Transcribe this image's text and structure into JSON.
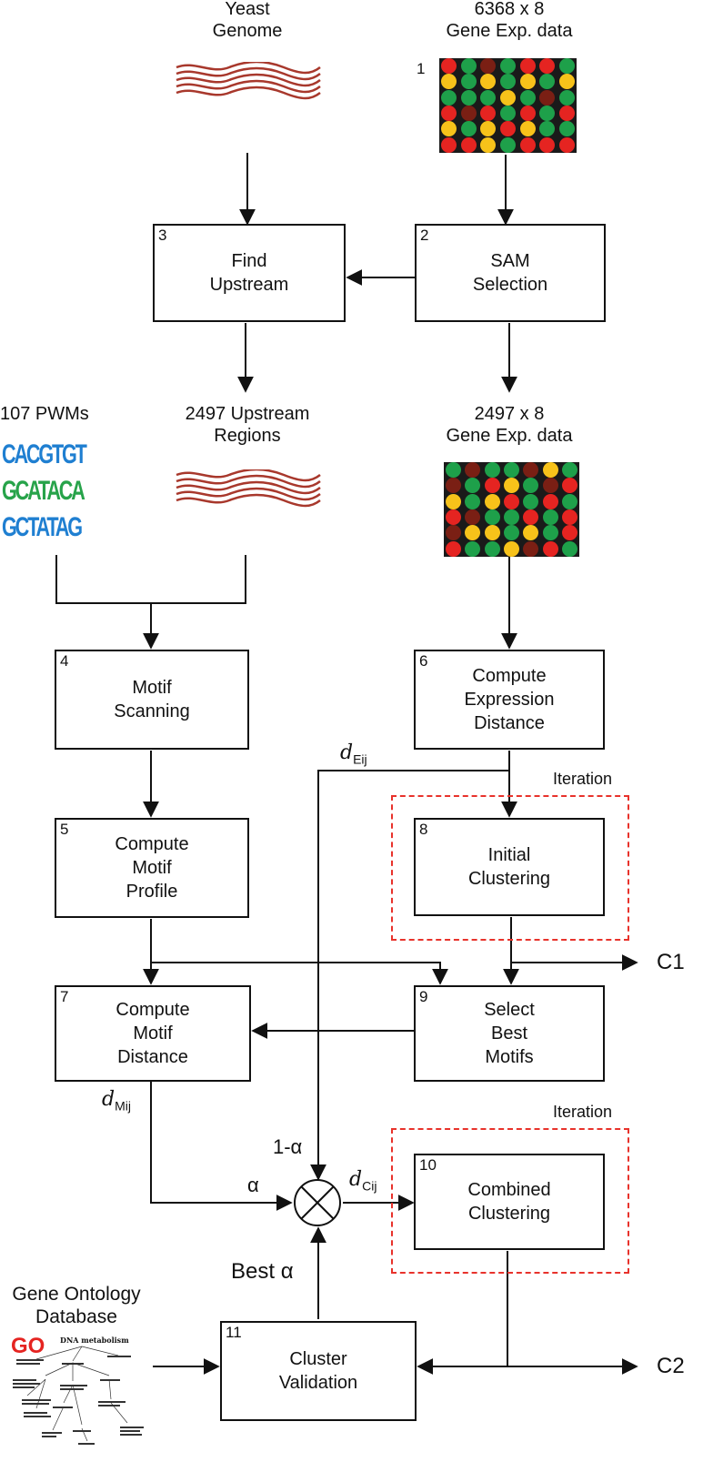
{
  "inputs": {
    "yeast_genome": [
      "Yeast",
      "Genome"
    ],
    "gene_exp_full": [
      "6368 x 8",
      "Gene Exp. data"
    ],
    "pwms": "107 PWMs",
    "upstream_regions": [
      "2497 Upstream",
      "Regions"
    ],
    "gene_exp_sel": [
      "2497 x 8",
      "Gene Exp. data"
    ],
    "go_db": [
      "Gene Ontology",
      "Database"
    ]
  },
  "matrix_label": "1",
  "matrix1_colors": [
    [
      "r",
      "g",
      "b",
      "g",
      "r",
      "r",
      "g"
    ],
    [
      "y",
      "g",
      "y",
      "g",
      "y",
      "g",
      "y"
    ],
    [
      "g",
      "g",
      "g",
      "y",
      "g",
      "b",
      "g"
    ],
    [
      "r",
      "b",
      "r",
      "g",
      "r",
      "g",
      "r"
    ],
    [
      "y",
      "g",
      "y",
      "r",
      "y",
      "g",
      "g"
    ],
    [
      "r",
      "r",
      "y",
      "g",
      "r",
      "r",
      "r"
    ]
  ],
  "matrix2_colors": [
    [
      "g",
      "b",
      "g",
      "g",
      "b",
      "y",
      "g"
    ],
    [
      "b",
      "g",
      "r",
      "y",
      "g",
      "b",
      "r"
    ],
    [
      "y",
      "g",
      "y",
      "r",
      "g",
      "r",
      "g"
    ],
    [
      "r",
      "b",
      "g",
      "g",
      "r",
      "g",
      "r"
    ],
    [
      "b",
      "y",
      "y",
      "g",
      "y",
      "g",
      "r"
    ],
    [
      "r",
      "g",
      "g",
      "y",
      "b",
      "r",
      "g"
    ]
  ],
  "dot_colors": {
    "r": "#e52421",
    "g": "#1ea04a",
    "y": "#f7c21a",
    "b": "#7a1f14"
  },
  "logo_rows": [
    "CACGTGT",
    "GCATACA",
    "GCTATAG"
  ],
  "boxes": {
    "b2": {
      "num": "2",
      "lines": [
        "SAM",
        "Selection"
      ]
    },
    "b3": {
      "num": "3",
      "lines": [
        "Find",
        "Upstream"
      ]
    },
    "b4": {
      "num": "4",
      "lines": [
        "Motif",
        "Scanning"
      ]
    },
    "b5": {
      "num": "5",
      "lines": [
        "Compute",
        "Motif",
        "Profile"
      ]
    },
    "b6": {
      "num": "6",
      "lines": [
        "Compute",
        "Expression",
        "Distance"
      ]
    },
    "b7": {
      "num": "7",
      "lines": [
        "Compute",
        "Motif",
        "Distance"
      ]
    },
    "b8": {
      "num": "8",
      "lines": [
        "Initial",
        "Clustering"
      ]
    },
    "b9": {
      "num": "9",
      "lines": [
        "Select",
        "Best",
        "Motifs"
      ]
    },
    "b10": {
      "num": "10",
      "lines": [
        "Combined",
        "Clustering"
      ]
    },
    "b11": {
      "num": "11",
      "lines": [
        "Cluster",
        "Validation"
      ]
    }
  },
  "iteration_label": "Iteration",
  "outputs": {
    "c1": "C1",
    "c2": "C2"
  },
  "symbols": {
    "d_e": "d",
    "d_e_sub": "Eij",
    "d_m": "d",
    "d_m_sub": "Mij",
    "d_c": "d",
    "d_c_sub": "Cij",
    "alpha": "α",
    "one_minus_alpha": "1-α",
    "best_alpha": "Best α"
  },
  "go_logo": "GO",
  "go_tree_title": "DNA metabolism",
  "colors": {
    "wave": "#a8382c",
    "dash": "#e8322b"
  }
}
